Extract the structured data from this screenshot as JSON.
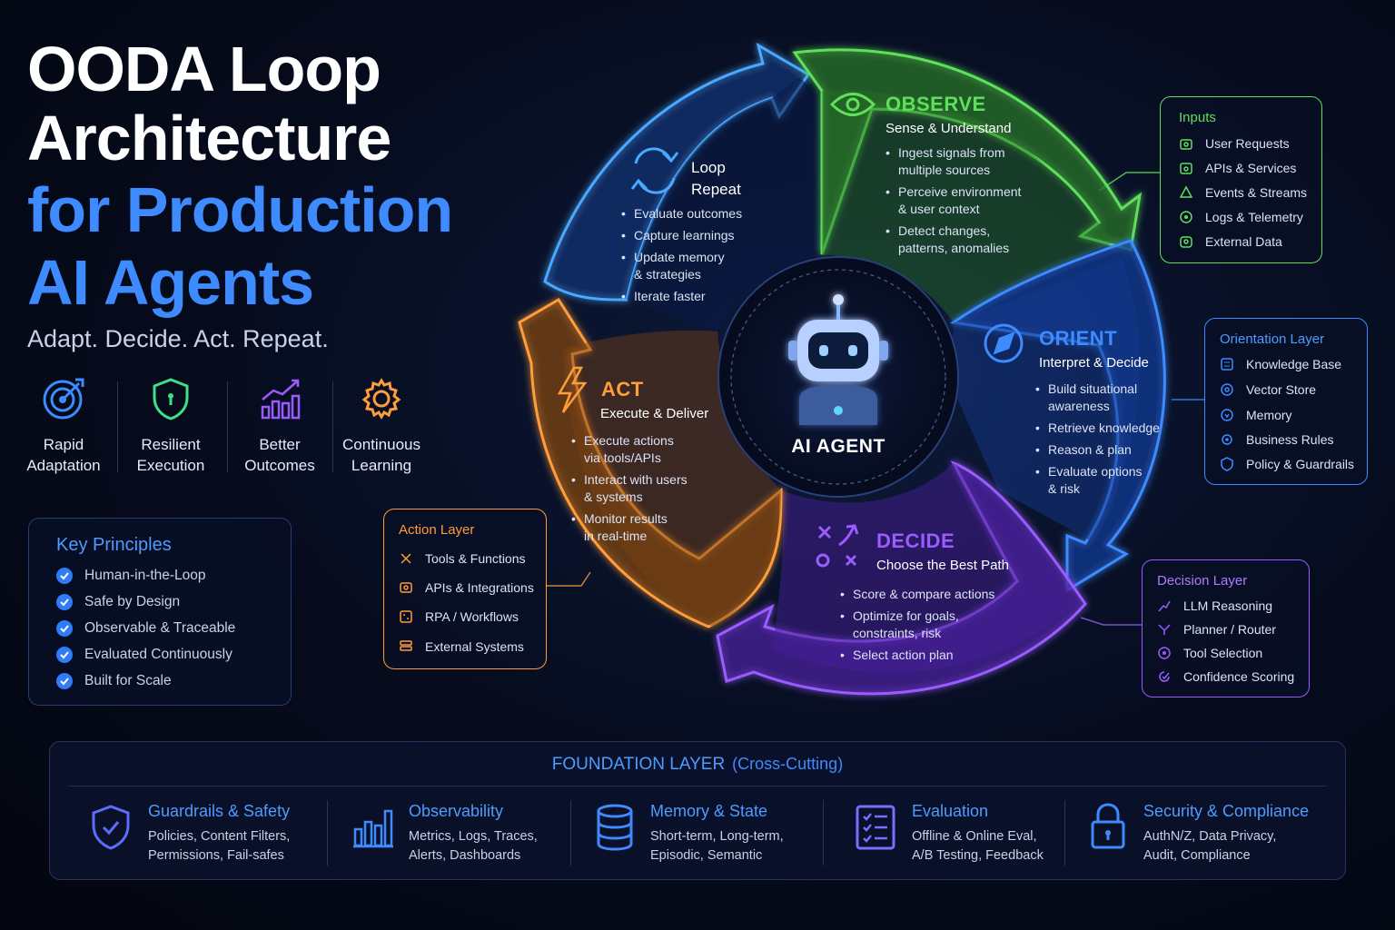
{
  "title": {
    "line1": "OODA Loop",
    "line2": "Architecture",
    "line3": "for Production",
    "line4": "AI Agents",
    "tagline": "Adapt. Decide. Act. Repeat."
  },
  "benefits": [
    {
      "line1": "Rapid",
      "line2": "Adaptation",
      "icon": "target-icon"
    },
    {
      "line1": "Resilient",
      "line2": "Execution",
      "icon": "shield-icon"
    },
    {
      "line1": "Better",
      "line2": "Outcomes",
      "icon": "growth-chart-icon"
    },
    {
      "line1": "Continuous",
      "line2": "Learning",
      "icon": "gear-icon"
    }
  ],
  "key_principles": {
    "title": "Key Principles",
    "items": [
      "Human-in-the-Loop",
      "Safe by Design",
      "Observable & Traceable",
      "Evaluated Continuously",
      "Built for Scale"
    ]
  },
  "center": {
    "label": "AI AGENT"
  },
  "loop": {
    "title_line1": "Loop",
    "title_line2": "Repeat",
    "bullets": [
      "Evaluate outcomes",
      "Capture learnings",
      "Update memory",
      "& strategies",
      "Iterate faster"
    ]
  },
  "observe": {
    "title": "OBSERVE",
    "subtitle": "Sense & Understand",
    "bullets": [
      [
        "Ingest signals from",
        "multiple sources"
      ],
      [
        "Perceive environment",
        "& user context"
      ],
      [
        "Detect changes,",
        "patterns, anomalies"
      ]
    ]
  },
  "orient": {
    "title": "ORIENT",
    "subtitle": "Interpret & Decide",
    "bullets": [
      [
        "Build situational",
        "awareness"
      ],
      [
        "Retrieve knowledge"
      ],
      [
        "Reason & plan"
      ],
      [
        "Evaluate options",
        "& risk"
      ]
    ]
  },
  "decide": {
    "title": "DECIDE",
    "subtitle": "Choose the Best Path",
    "bullets": [
      [
        "Score & compare actions"
      ],
      [
        "Optimize for goals,",
        "constraints, risk"
      ],
      [
        "Select action plan"
      ]
    ]
  },
  "act": {
    "title": "ACT",
    "subtitle": "Execute & Deliver",
    "bullets": [
      [
        "Execute actions",
        "via tools/APIs"
      ],
      [
        "Interact with users",
        "& systems"
      ],
      [
        "Monitor results",
        "in real-time"
      ]
    ]
  },
  "inputs": {
    "title": "Inputs",
    "items": [
      "User Requests",
      "APIs & Services",
      "Events & Streams",
      "Logs & Telemetry",
      "External Data"
    ]
  },
  "orientation_layer": {
    "title": "Orientation Layer",
    "items": [
      "Knowledge Base",
      "Vector Store",
      "Memory",
      "Business Rules",
      "Policy & Guardrails"
    ]
  },
  "decision_layer": {
    "title": "Decision Layer",
    "items": [
      "LLM Reasoning",
      "Planner / Router",
      "Tool Selection",
      "Confidence Scoring"
    ]
  },
  "action_layer": {
    "title": "Action Layer",
    "items": [
      "Tools & Functions",
      "APIs & Integrations",
      "RPA / Workflows",
      "External Systems"
    ]
  },
  "foundation": {
    "title": "FOUNDATION LAYER",
    "subtitle": "(Cross-Cutting)",
    "items": [
      {
        "title": "Guardrails & Safety",
        "line1": "Policies, Content Filters,",
        "line2": "Permissions, Fail-safes"
      },
      {
        "title": "Observability",
        "line1": "Metrics, Logs, Traces,",
        "line2": "Alerts, Dashboards"
      },
      {
        "title": "Memory & State",
        "line1": "Short-term, Long-term,",
        "line2": "Episodic, Semantic"
      },
      {
        "title": "Evaluation",
        "line1": "Offline & Online Eval,",
        "line2": "A/B Testing, Feedback"
      },
      {
        "title": "Security & Compliance",
        "line1": "AuthN/Z, Data Privacy,",
        "line2": "Audit, Compliance"
      }
    ]
  },
  "colors": {
    "observe": "#5fe05a",
    "orient": "#3d8bff",
    "decide": "#9a5cff",
    "act": "#ff9d3a",
    "loop": "#4aa8ff",
    "accent": "#4d9cff"
  }
}
